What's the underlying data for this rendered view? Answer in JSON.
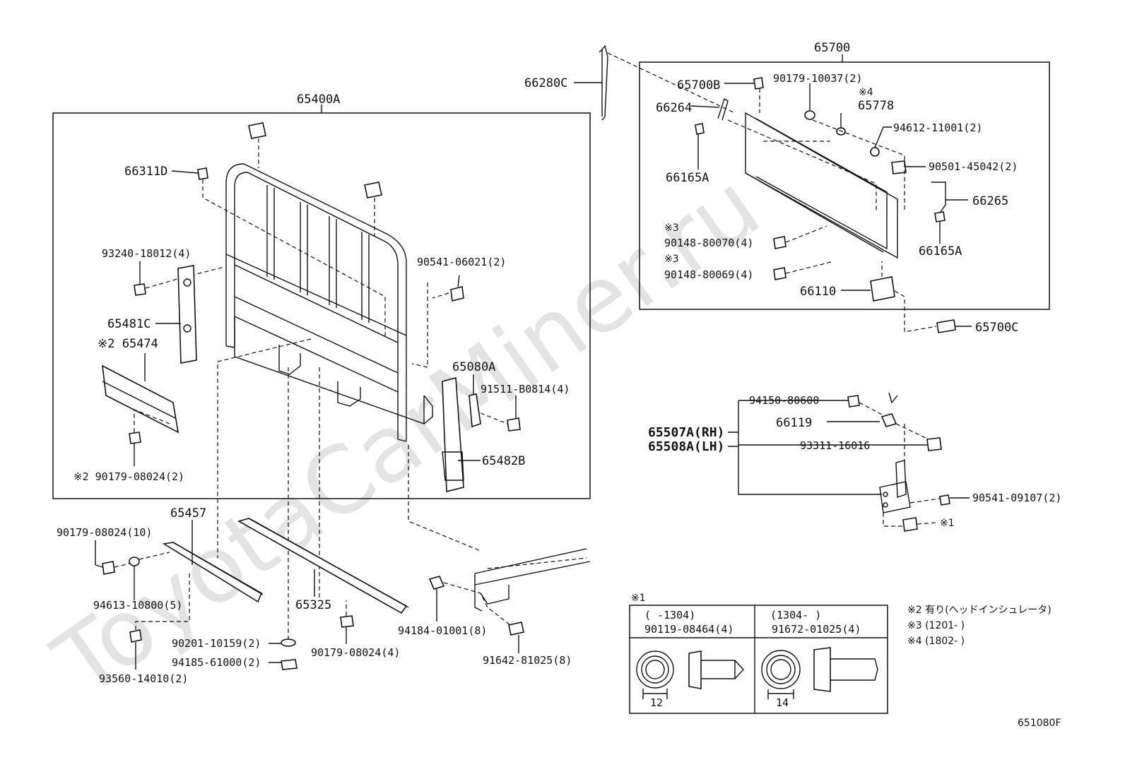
{
  "watermark": "ToyotaCarMiner.ru",
  "diagram_code": "651080F",
  "labels": {
    "p65400A": "65400A",
    "p66311D": "66311D",
    "p93240": "93240-18012(4)",
    "p90541_06021": "90541-06021(2)",
    "p65481C": "65481C",
    "p65474": "※2 65474",
    "p65080A": "65080A",
    "p91511": "91511-B0814(4)",
    "p65482B": "65482B",
    "p90179_08024_2": "※2 90179-08024(2)",
    "p65457": "65457",
    "p90179_08024_10": "90179-08024(10)",
    "p94613": "94613-10800(5)",
    "p65325": "65325",
    "p90201": "90201-10159(2)",
    "p94185": "94185-61000(2)",
    "p93560": "93560-14010(2)",
    "p90179_08024_4": "90179-08024(4)",
    "p94184": "94184-01001(8)",
    "p91642": "91642-81025(8)",
    "p66280C": "66280C",
    "p65700": "65700",
    "p65700B": "65700B",
    "p90179_10037": "90179-10037(2)",
    "p4a": "※4",
    "p65778": "65778",
    "p66264": "66264",
    "p94612": "94612-11001(2)",
    "p66165A_a": "66165A",
    "p90501": "90501-45042(2)",
    "p66265": "66265",
    "p66165A_b": "66165A",
    "p3a": "※3",
    "p90148_80070": "90148-80070(4)",
    "p3b": "※3",
    "p90148_80069": "90148-80069(4)",
    "p66110": "66110",
    "p65700C": "65700C",
    "p94150": "94150-80600",
    "p65507A": "65507A(RH)",
    "p66119": "66119",
    "p65508A": "65508A(LH)",
    "p93311": "93311-16016",
    "p90541_09107": "90541-09107(2)",
    "p1a": "※1"
  },
  "table": {
    "title": "※1",
    "col1_range": "(    -1304)",
    "col1_part": "90119-08464(4)",
    "col1_dim": "12",
    "col2_range": "(1304-    )",
    "col2_part": "91672-01025(4)",
    "col2_dim": "14"
  },
  "notes": {
    "n2": "※2 有り(ヘッドインシュレータ)",
    "n3": "※3 (1201-      )",
    "n4": "※4 (1802-      )"
  }
}
